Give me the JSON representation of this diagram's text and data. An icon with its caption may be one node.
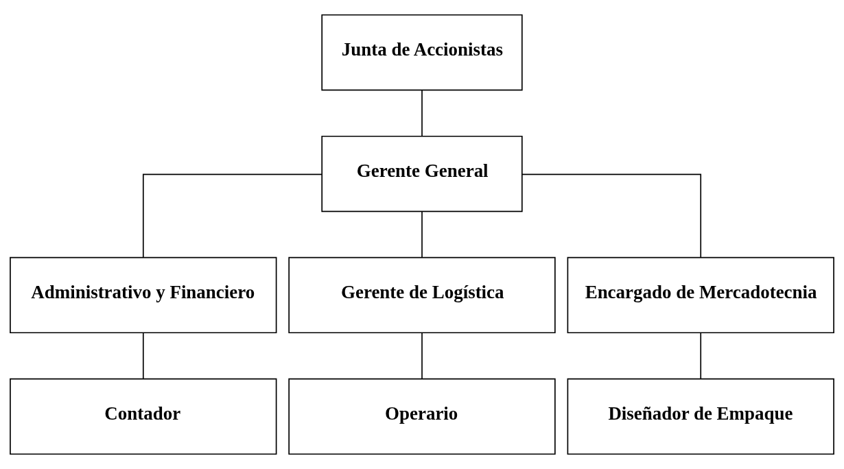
{
  "diagram": {
    "nodes": [
      {
        "text": [
          "Junta de Accionistas"
        ]
      },
      {
        "text": [
          "Gerente General"
        ]
      },
      {
        "text": [
          "Administrativo y Financiero"
        ]
      },
      {
        "text": [
          "Gerente de Logística"
        ]
      },
      {
        "text": [
          "Encargado de Mercadotecnia"
        ]
      },
      {
        "text": [
          "Contador"
        ]
      },
      {
        "text": [
          "Operario"
        ]
      },
      {
        "text": [
          "Diseñador de Empaque"
        ]
      }
    ],
    "edges": [
      {
        "from": 0,
        "to": 1,
        "arrow": "none"
      },
      {
        "from": 1,
        "to": 2,
        "arrow": "none"
      },
      {
        "from": 1,
        "to": 3,
        "arrow": "none"
      },
      {
        "from": 1,
        "to": 4,
        "arrow": "none"
      },
      {
        "from": 2,
        "to": 5,
        "arrow": "none"
      },
      {
        "from": 3,
        "to": 6,
        "arrow": "none"
      },
      {
        "from": 4,
        "to": 7,
        "arrow": "none"
      }
    ]
  }
}
